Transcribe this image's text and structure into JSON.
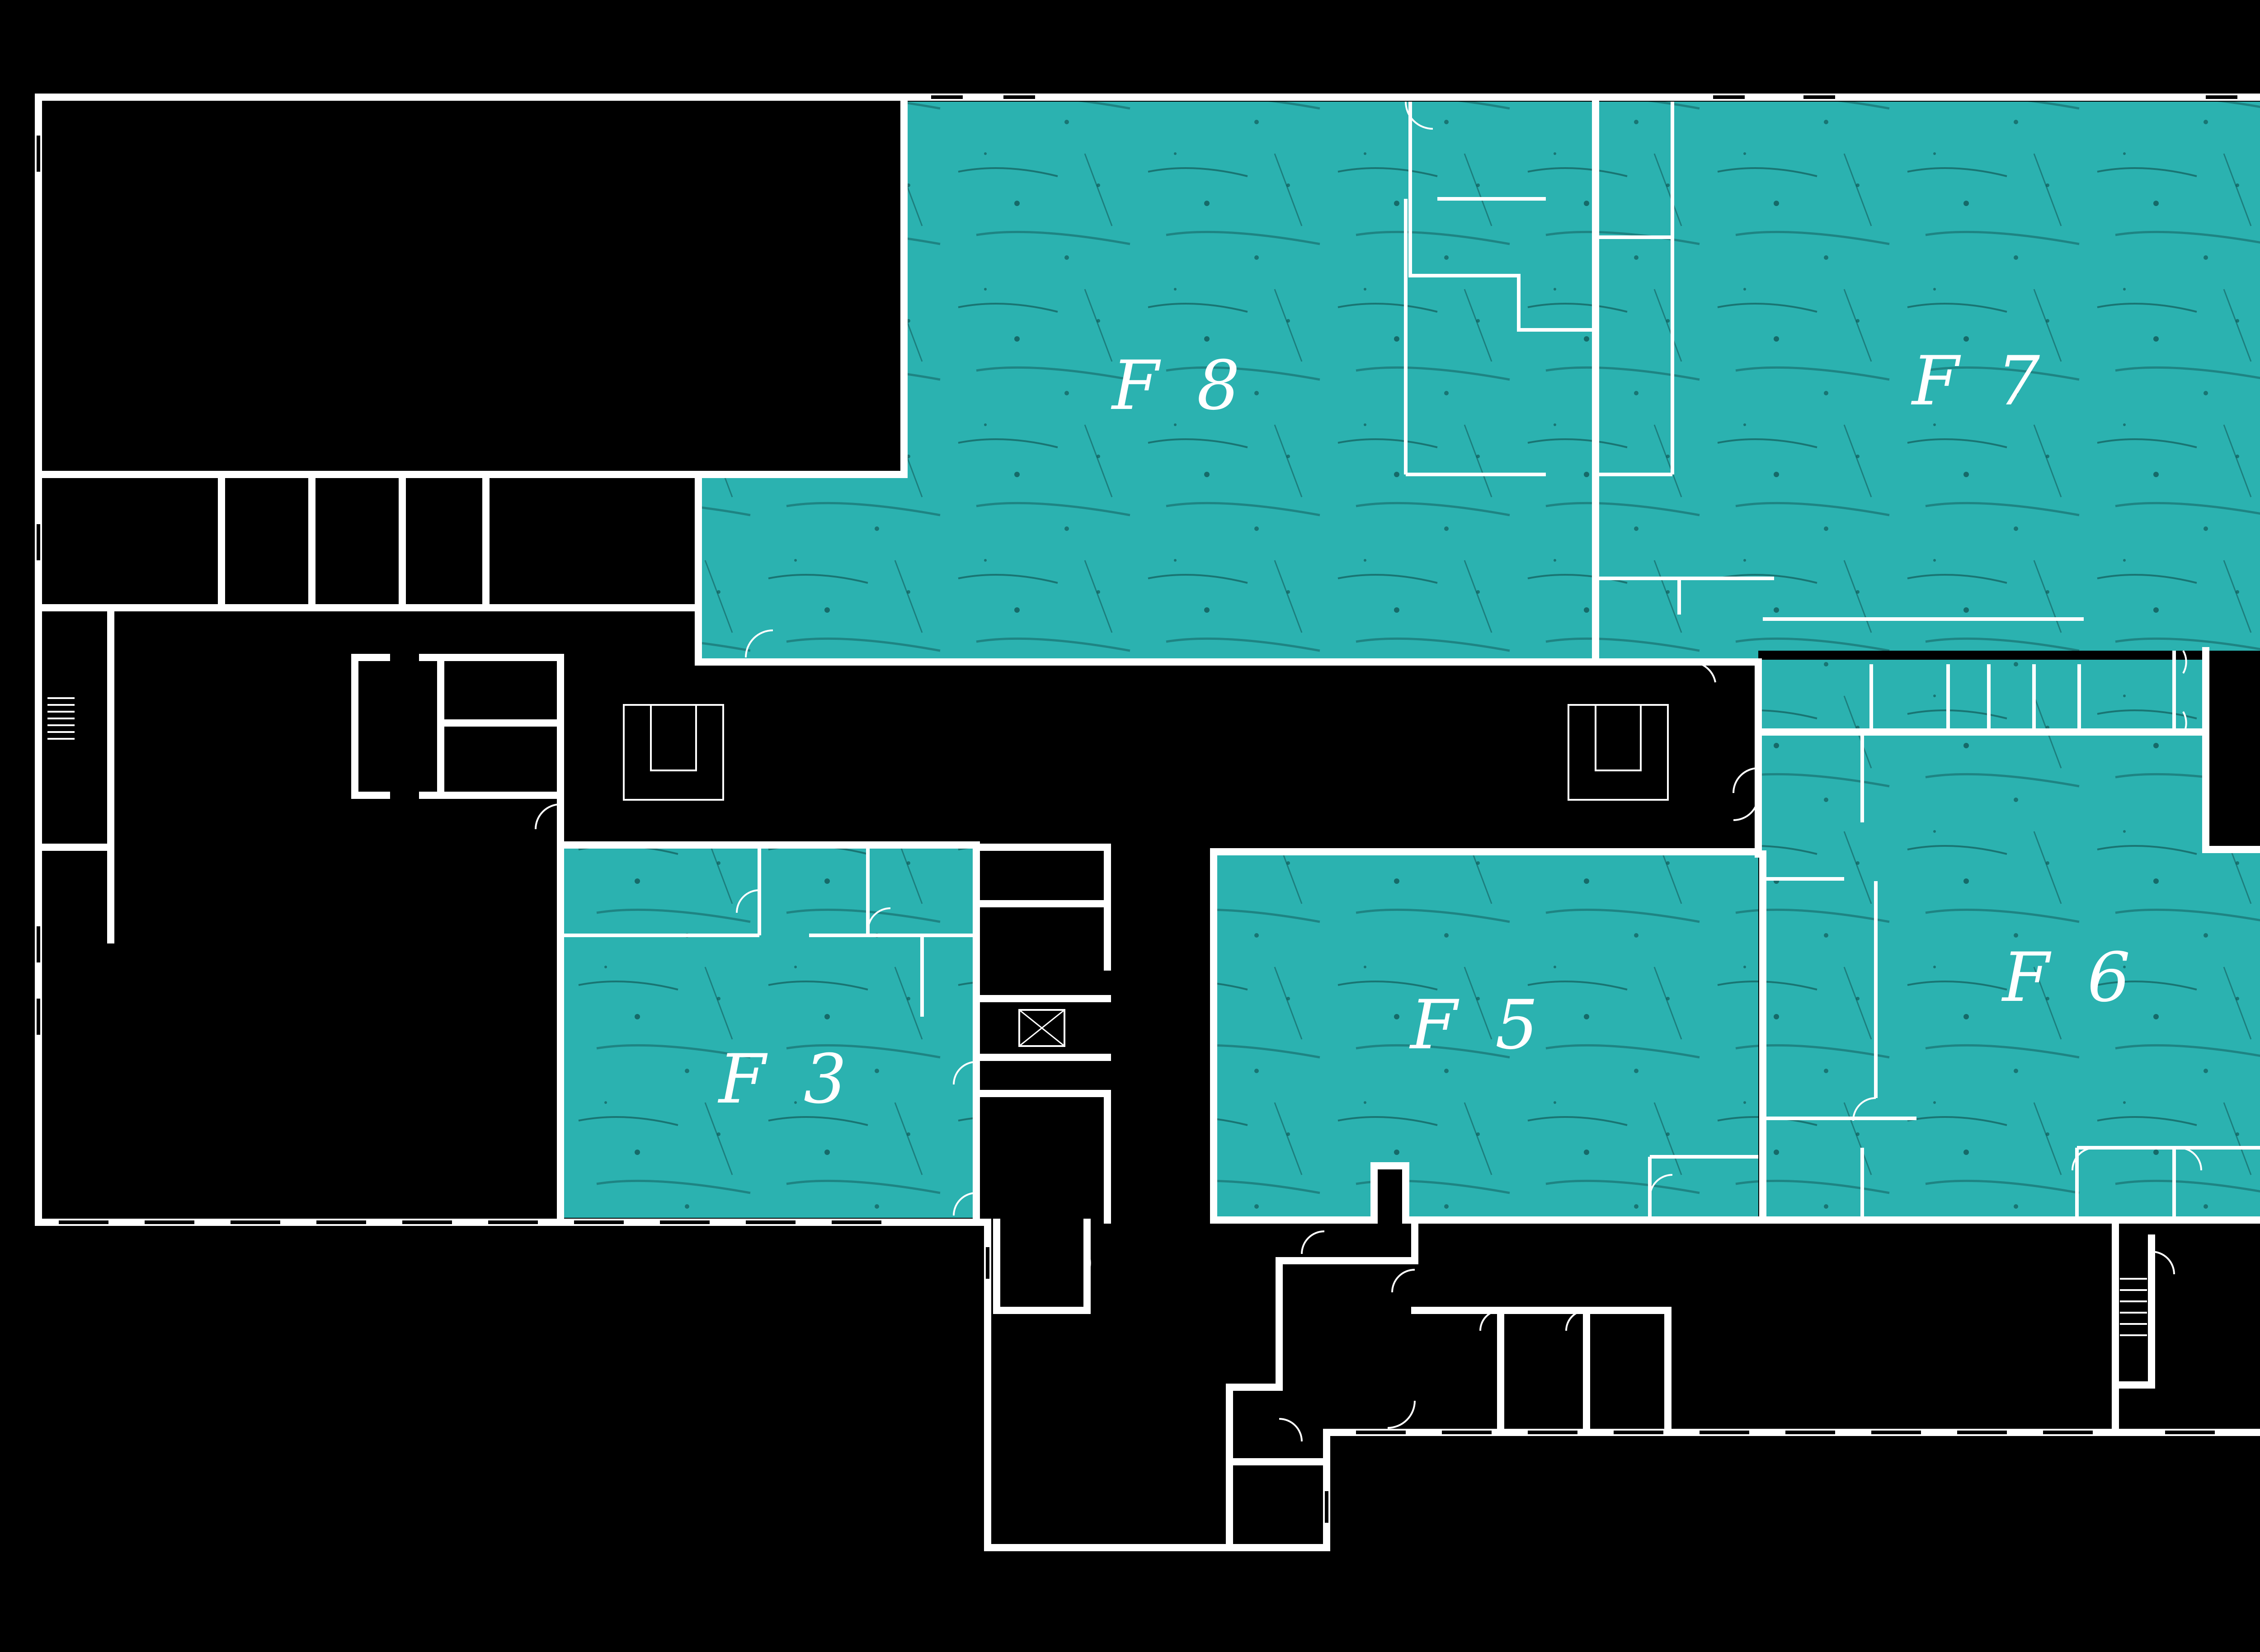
{
  "zones": [
    {
      "id": "F8",
      "label": "F 8"
    },
    {
      "id": "F7",
      "label": "F 7"
    },
    {
      "id": "F6",
      "label": "F 6"
    },
    {
      "id": "F5",
      "label": "F 5"
    },
    {
      "id": "F3",
      "label": "F 3"
    }
  ],
  "colors": {
    "background": "#000000",
    "walls": "#ffffff",
    "zone_fill": "#2bb2b0"
  }
}
